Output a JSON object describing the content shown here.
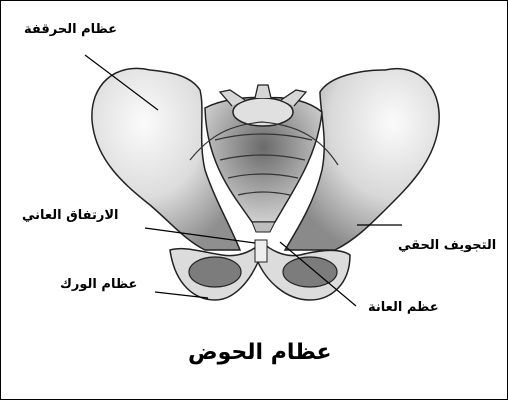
{
  "labels": {
    "ilium": "عظام الحرقفة",
    "pubic_symphysis": "الارتفاق العاني",
    "acetabulum": "التجويف الحقي",
    "ischium": "عظام الورك",
    "pubis": "عظم العانة"
  },
  "title": "عظام الحوض",
  "colors": {
    "bone_fill": "#e8e8e8",
    "bone_shadow": "#9a9a9a",
    "outline": "#222222",
    "text": "#000000"
  }
}
